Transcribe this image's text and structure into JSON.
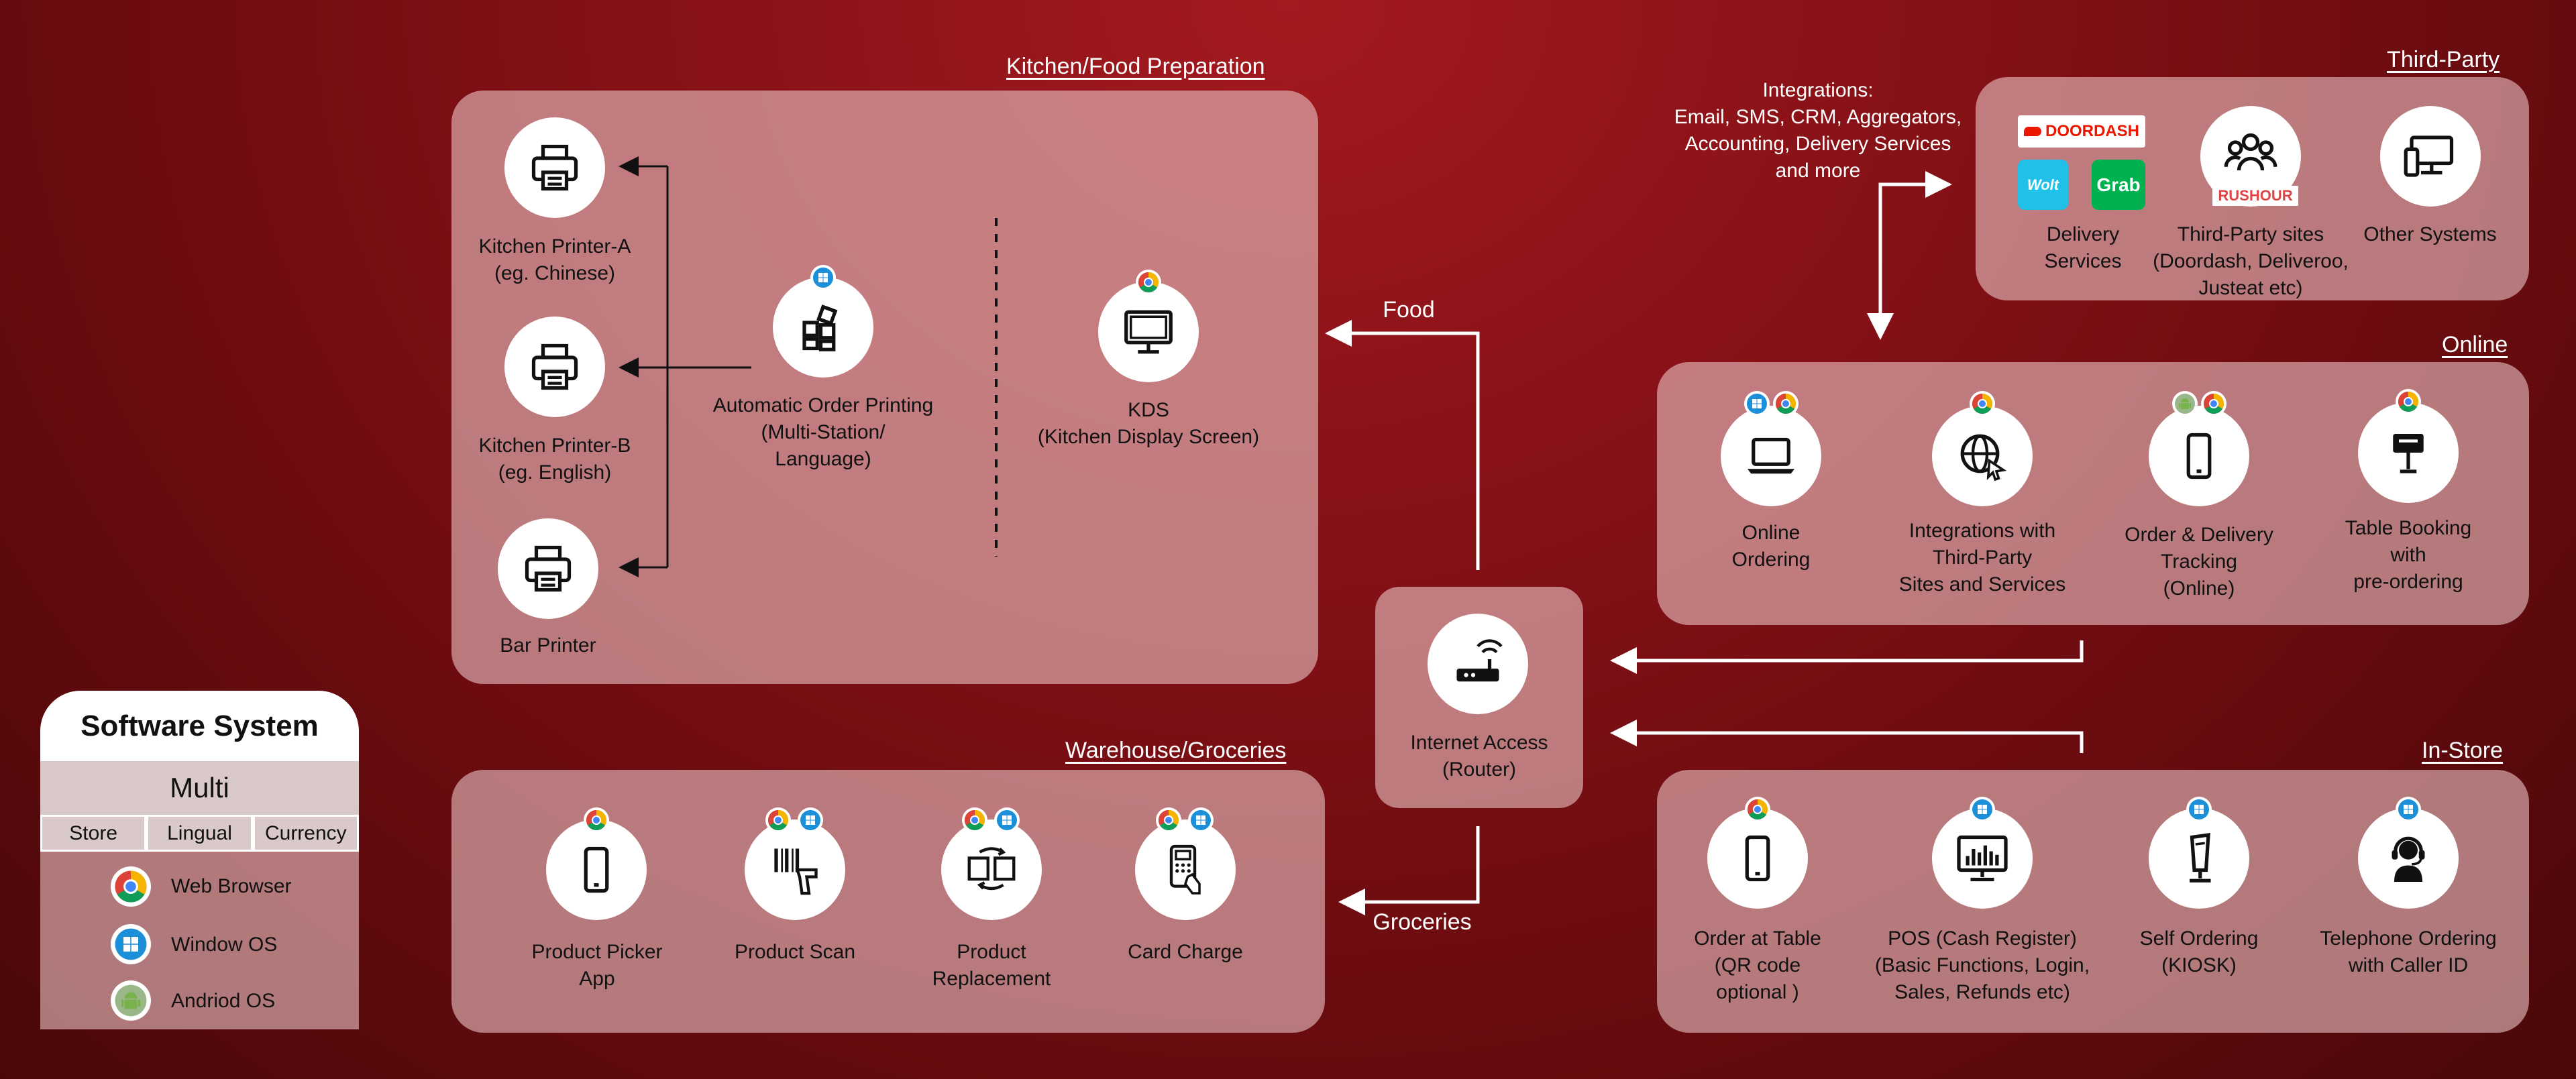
{
  "sections": {
    "kitchen": "Kitchen/Food Preparation",
    "third_party": "Third-Party",
    "online": "Online",
    "warehouse": "Warehouse/Groceries",
    "in_store": "In-Store"
  },
  "kitchen": {
    "printer_a": "Kitchen Printer-A\n(eg. Chinese)",
    "printer_b": "Kitchen Printer-B\n(eg. English)",
    "bar_printer": "Bar Printer",
    "auto_printing": "Automatic Order Printing\n(Multi-Station/\nLanguage)",
    "kds": "KDS\n(Kitchen Display Screen)"
  },
  "integrations_note": "Integrations:\nEmail, SMS, CRM, Aggregators,\nAccounting, Delivery Services\nand more",
  "third_party": {
    "delivery": "Delivery\nServices",
    "sites": "Third-Party sites\n(Doordash, Deliveroo,\nJusteat etc)",
    "other": "Other Systems",
    "logos": {
      "doordash": "DOORDASH",
      "wolt": "Wolt",
      "grab": "Grab",
      "rushour": "RUSHOUR"
    }
  },
  "online": {
    "ordering": "Online\nOrdering",
    "integrations": "Integrations with\nThird-Party\nSites and Services",
    "tracking": "Order & Delivery\nTracking\n(Online)",
    "booking": "Table Booking\nwith\npre-ordering"
  },
  "router": "Internet Access\n(Router)",
  "flows": {
    "food": "Food",
    "groceries": "Groceries"
  },
  "warehouse": {
    "picker": "Product Picker\nApp",
    "scan": "Product Scan",
    "replacement": "Product\nReplacement",
    "card": "Card Charge"
  },
  "in_store": {
    "qr": "Order at Table\n(QR code\noptional )",
    "pos": "POS (Cash Register)\n(Basic Functions, Login,\nSales, Refunds etc)",
    "kiosk": "Self Ordering\n(KIOSK)",
    "telephone": "Telephone Ordering\nwith Caller ID"
  },
  "legend": {
    "title": "Software System",
    "multi": "Multi",
    "cells": [
      "Store",
      "Lingual",
      "Currency"
    ],
    "web": "Web Browser",
    "windows": "Window OS",
    "android": "Andriod OS"
  },
  "colors": {
    "accent_red": "#8b1217",
    "chrome_red": "#db4437",
    "chrome_yellow": "#f4b400",
    "chrome_green": "#0f9d58",
    "chrome_blue": "#4285f4",
    "windows_blue": "#1c8fd9",
    "android_green": "#78b24a"
  }
}
